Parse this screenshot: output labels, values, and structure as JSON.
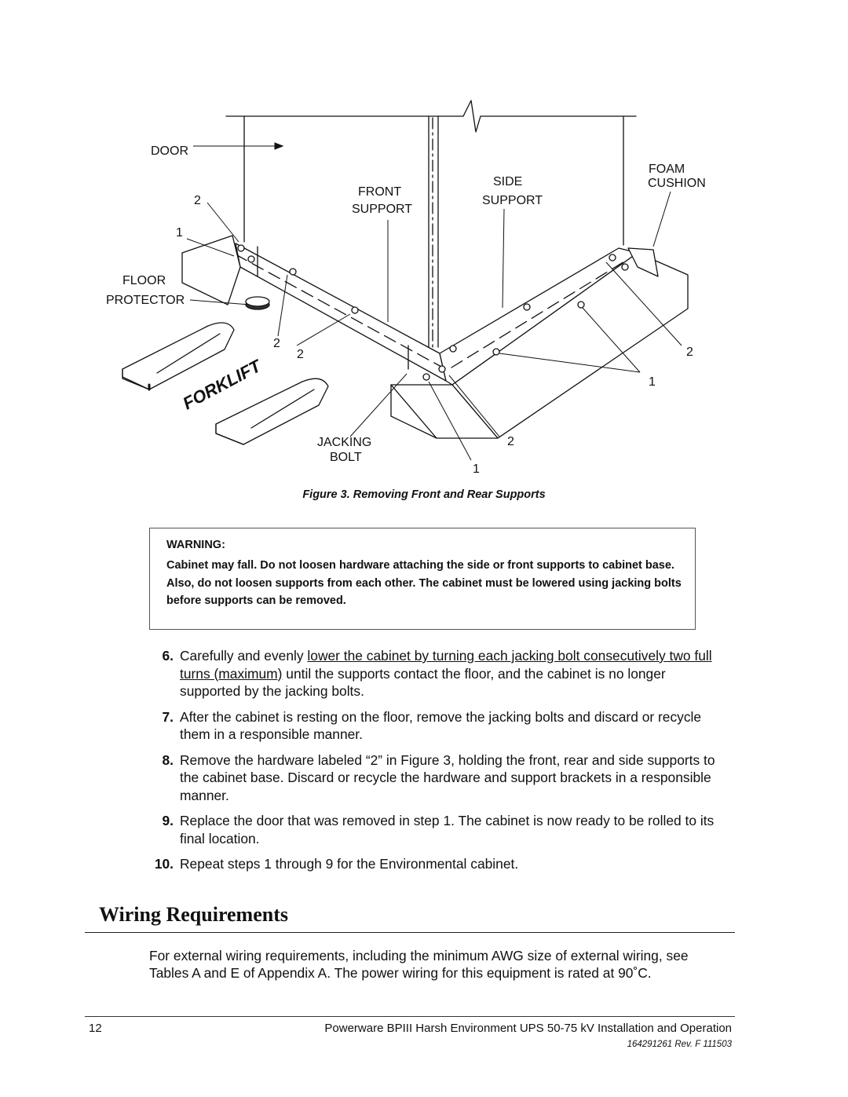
{
  "figure": {
    "labels": {
      "door": "DOOR",
      "front_support_1": "FRONT",
      "front_support_2": "SUPPORT",
      "side_support_1": "SIDE",
      "side_support_2": "SUPPORT",
      "foam_cushion_1": "FOAM",
      "foam_cushion_2": "CUSHION",
      "floor_protector_1": "FLOOR",
      "floor_protector_2": "PROTECTOR",
      "forklift": "FORKLIFT",
      "jacking_bolt_1": "JACKING",
      "jacking_bolt_2": "BOLT",
      "callout_2": "2",
      "callout_1": "1"
    },
    "caption": "Figure 3. Removing Front and Rear Supports"
  },
  "warning": {
    "title": "WARNING:",
    "text": "Cabinet may fall. Do not loosen hardware attaching the side or front supports to cabinet base. Also, do not loosen supports from each other. The cabinet must be lowered using jacking bolts before supports can be removed."
  },
  "steps": [
    {
      "num": "6.",
      "underlined": "lower the cabinet by turning each jacking bolt consecutively two full turns (maximum)",
      "pre": "Carefully and evenly ",
      "post": " until the supports contact the floor, and the cabinet is no longer supported by the jacking bolts."
    },
    {
      "num": "7.",
      "text": "After the cabinet is resting on the floor, remove the jacking bolts and discard or recycle them in a responsible manner."
    },
    {
      "num": "8.",
      "text": "Remove the hardware labeled “2” in Figure 3, holding the front, rear and side supports to the cabinet base.  Discard or recycle the hardware and support brackets in a responsible manner."
    },
    {
      "num": "9.",
      "text": "Replace the door that was removed in step 1.  The cabinet is now ready to be rolled to its final location."
    },
    {
      "num": "10.",
      "text": "Repeat steps 1 through 9 for the Environmental cabinet."
    }
  ],
  "section": {
    "heading": "Wiring Requirements",
    "paragraph": "For external wiring requirements, including the minimum AWG size of external wiring, see Tables A and E of Appendix A.  The power wiring for this equipment is rated at 90˚C."
  },
  "footer": {
    "page_number": "12",
    "title": "Powerware BPIII Harsh Environment UPS 50‑75 kV Installation and Operation",
    "revision": "164291261 Rev. F   111503"
  }
}
